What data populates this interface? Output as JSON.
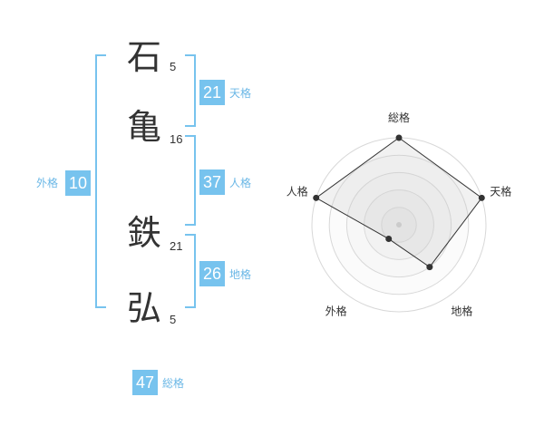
{
  "name": {
    "chars": [
      {
        "char": "石",
        "strokes": "5"
      },
      {
        "char": "亀",
        "strokes": "16"
      },
      {
        "char": "鉄",
        "strokes": "21"
      },
      {
        "char": "弘",
        "strokes": "5"
      }
    ]
  },
  "fortunes": {
    "tenkaku": {
      "value": "21",
      "label": "天格"
    },
    "jinkaku": {
      "value": "37",
      "label": "人格"
    },
    "chikaku": {
      "value": "26",
      "label": "地格"
    },
    "gaikaku": {
      "value": "10",
      "label": "外格"
    },
    "soukaku": {
      "value": "47",
      "label": "総格"
    }
  },
  "colors": {
    "accent": "#77c3ee",
    "accent_text": "#6ab7e6",
    "ink": "#333333"
  },
  "chart_data": {
    "type": "radar",
    "axes": [
      "総格",
      "天格",
      "地格",
      "外格",
      "人格"
    ],
    "max": 5,
    "rings": 5,
    "values": [
      5,
      5,
      3,
      1,
      5
    ]
  }
}
